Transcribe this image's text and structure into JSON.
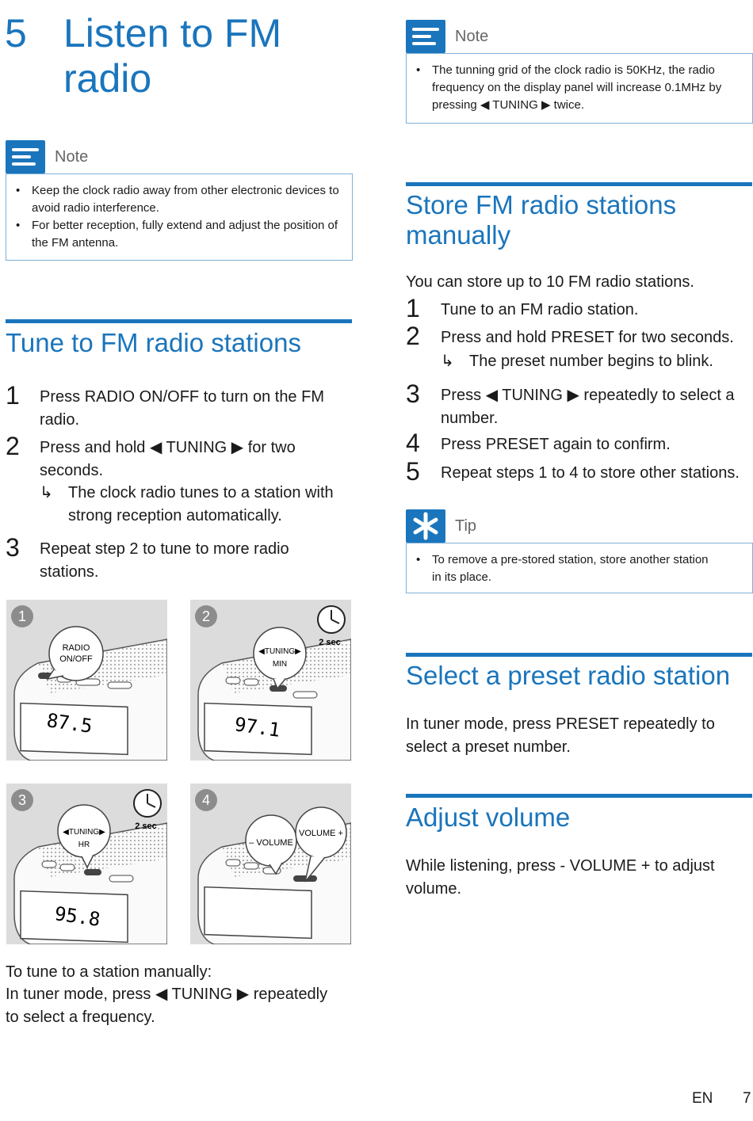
{
  "chapter": {
    "number": "5",
    "title": "Listen to FM radio"
  },
  "note_left": {
    "label": "Note",
    "items": [
      "Keep the clock radio away from other electronic devices to avoid radio interference.",
      "For better reception, fully extend and adjust the position of the FM antenna."
    ]
  },
  "note_right": {
    "label": "Note",
    "line1": "The tunning grid of the clock radio is 50KHz, the radio",
    "line2": "frequency on the display panel will increase 0.1MHz by",
    "line3a": "pressing ",
    "line3b": "◀ TUNING ▶",
    "line3c": " twice."
  },
  "tune": {
    "title": "Tune to FM radio stations",
    "steps": [
      {
        "num": "1",
        "a": "Press ",
        "b": "RADIO ON/OFF",
        "c": " to turn on the FM",
        "d": "radio."
      },
      {
        "num": "2",
        "a": "Press and hold ",
        "b": "◀ TUNING ▶",
        "c": " for two",
        "d": "seconds."
      },
      {
        "num": "3",
        "a": "Repeat step 2 to tune to more radio",
        "d": "stations."
      }
    ],
    "result_arrow": "↳",
    "result_1": "The clock radio tunes to a station with",
    "result_2": "strong reception automatically."
  },
  "figures": [
    {
      "badge": "1",
      "callout": "RADIO",
      "callout2": "ON/OFF",
      "display": "87.5"
    },
    {
      "badge": "2",
      "callout": "◀TUNING▶",
      "callout2": "MIN",
      "display": "97.1",
      "timer": "2 sec"
    },
    {
      "badge": "3",
      "callout": "◀TUNING▶",
      "callout2": "HR",
      "display": "95.8",
      "timer": "2 sec"
    },
    {
      "badge": "4",
      "callout": "– VOLUME",
      "callout2": "VOLUME +",
      "display": ""
    }
  ],
  "manual": {
    "heading": "To tune to a station manually:",
    "line1a": "In tuner mode, press ",
    "line1b": "◀ TUNING ▶",
    "line1c": " repeatedly",
    "line2": "to select a frequency."
  },
  "store": {
    "title_1": "Store FM radio stations",
    "title_2": "manually",
    "intro": "You can store up to 10 FM radio stations.",
    "s1_num": "1",
    "s1": "Tune to an FM radio station.",
    "s2_num": "2",
    "s2a": "Press and hold ",
    "s2b": "PRESET",
    "s2c": " for two seconds.",
    "s2_result": "The preset number begins to blink.",
    "s3_num": "3",
    "s3a": "Press ",
    "s3b": "◀ TUNING ▶",
    "s3c": " repeatedly to select a",
    "s3d": "number.",
    "s4_num": "4",
    "s4a": "Press ",
    "s4b": "PRESET",
    "s4c": " again to confirm.",
    "s5_num": "5",
    "s5": "Repeat steps 1 to 4 to store other stations."
  },
  "tip": {
    "label": "Tip",
    "line1": "To remove a pre-stored station, store another station",
    "line2": "in its place."
  },
  "preset": {
    "title": "Select a preset radio station",
    "line1a": "In tuner mode, press ",
    "line1b": "PRESET",
    "line1c": " repeatedly to",
    "line2": "select a preset number."
  },
  "volume": {
    "title": "Adjust volume",
    "line1a": "While listening, press ",
    "line1b": "- VOLUME +",
    "line1c": " to adjust",
    "line2": "volume."
  },
  "footer": {
    "lang": "EN",
    "page": "7"
  },
  "colors": {
    "accent": "#1a75bc",
    "box_border": "#7fb0d8",
    "figure_bg": "#dcdcdc"
  }
}
